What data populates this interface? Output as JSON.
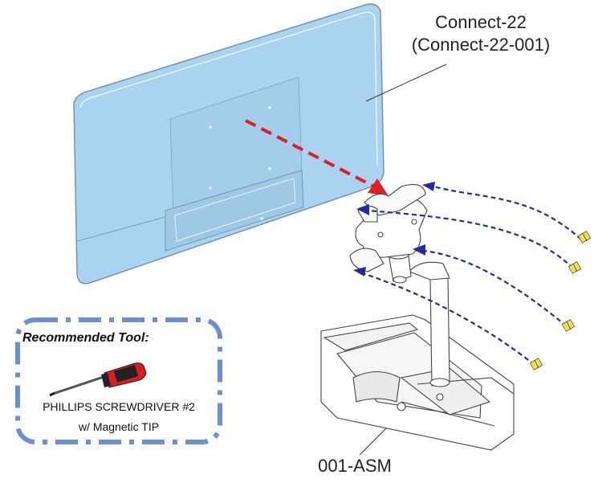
{
  "diagram": {
    "monitor_label_line1": "Connect-22",
    "monitor_label_line2": "(Connect-22-001)",
    "assembly_label": "001-ASM"
  },
  "tool_box": {
    "title": "Recommended Tool:",
    "tool_name": "PHILLIPS SCREWDRIVER  #2",
    "tool_detail": "w/ Magnetic TIP"
  },
  "colors": {
    "monitor_fill": "#a9d3f0",
    "arrow_red": "#e02020",
    "arrow_blue": "#1f2d9e",
    "tool_border": "#6b8fd6",
    "screw_yellow": "#f2e24a"
  }
}
